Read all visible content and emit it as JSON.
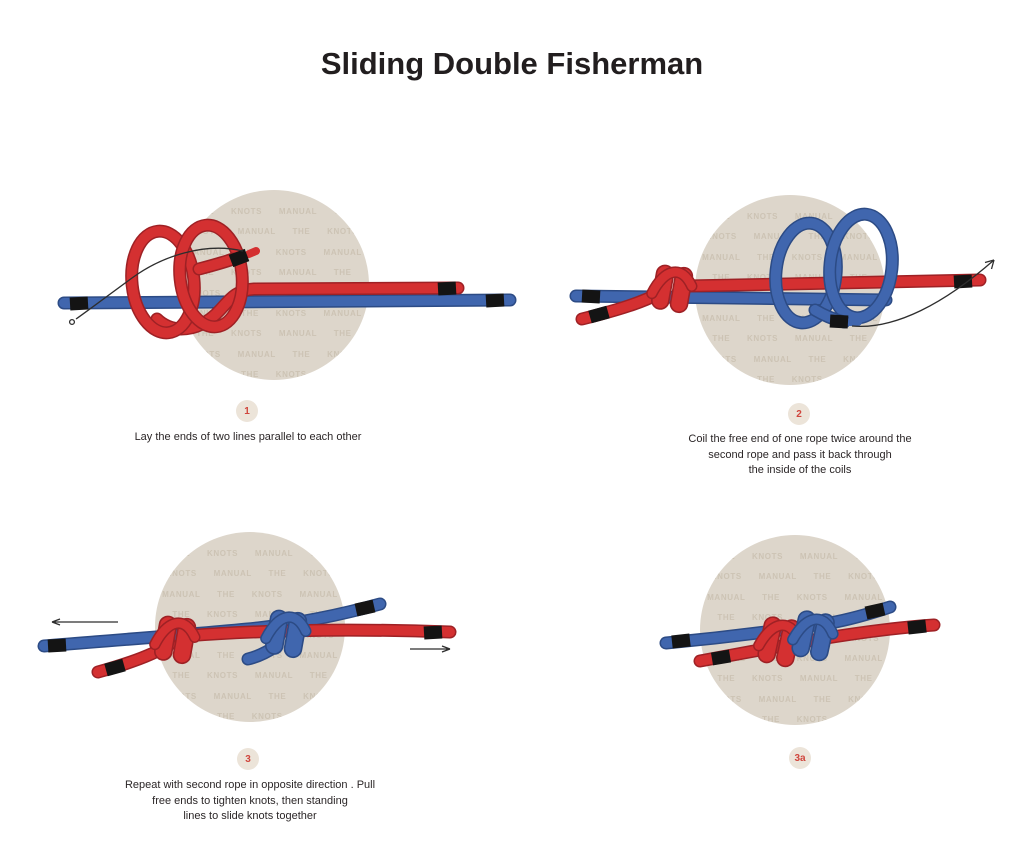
{
  "title": "Sliding Double Fisherman",
  "watermark": "THE KNOTS MANUAL",
  "colors": {
    "background": "#ffffff",
    "rope_red": "#d43031",
    "rope_red_outline": "#9e2125",
    "rope_blue": "#4066ae",
    "rope_blue_outline": "#2c4b85",
    "rope_end_tape": "#141414",
    "circle_bg": "#ddd6cb",
    "watermark_text": "#bfb5a2",
    "step_badge_bg": "#ece4d9",
    "step_number": "#d0453c",
    "text": "#221e1f"
  },
  "steps": [
    {
      "number": "1",
      "caption_lines": [
        "Lay the ends of two lines parallel to each other"
      ]
    },
    {
      "number": "2",
      "caption_lines": [
        "Coil the free end of one rope twice around the",
        "second rope and pass it back through",
        "the inside of the coils"
      ]
    },
    {
      "number": "3",
      "caption_lines": [
        "Repeat with second rope in opposite direction . Pull",
        "free ends to tighten knots, then standing",
        "lines to slide knots together"
      ]
    },
    {
      "number": "3a",
      "caption_lines": []
    }
  ]
}
